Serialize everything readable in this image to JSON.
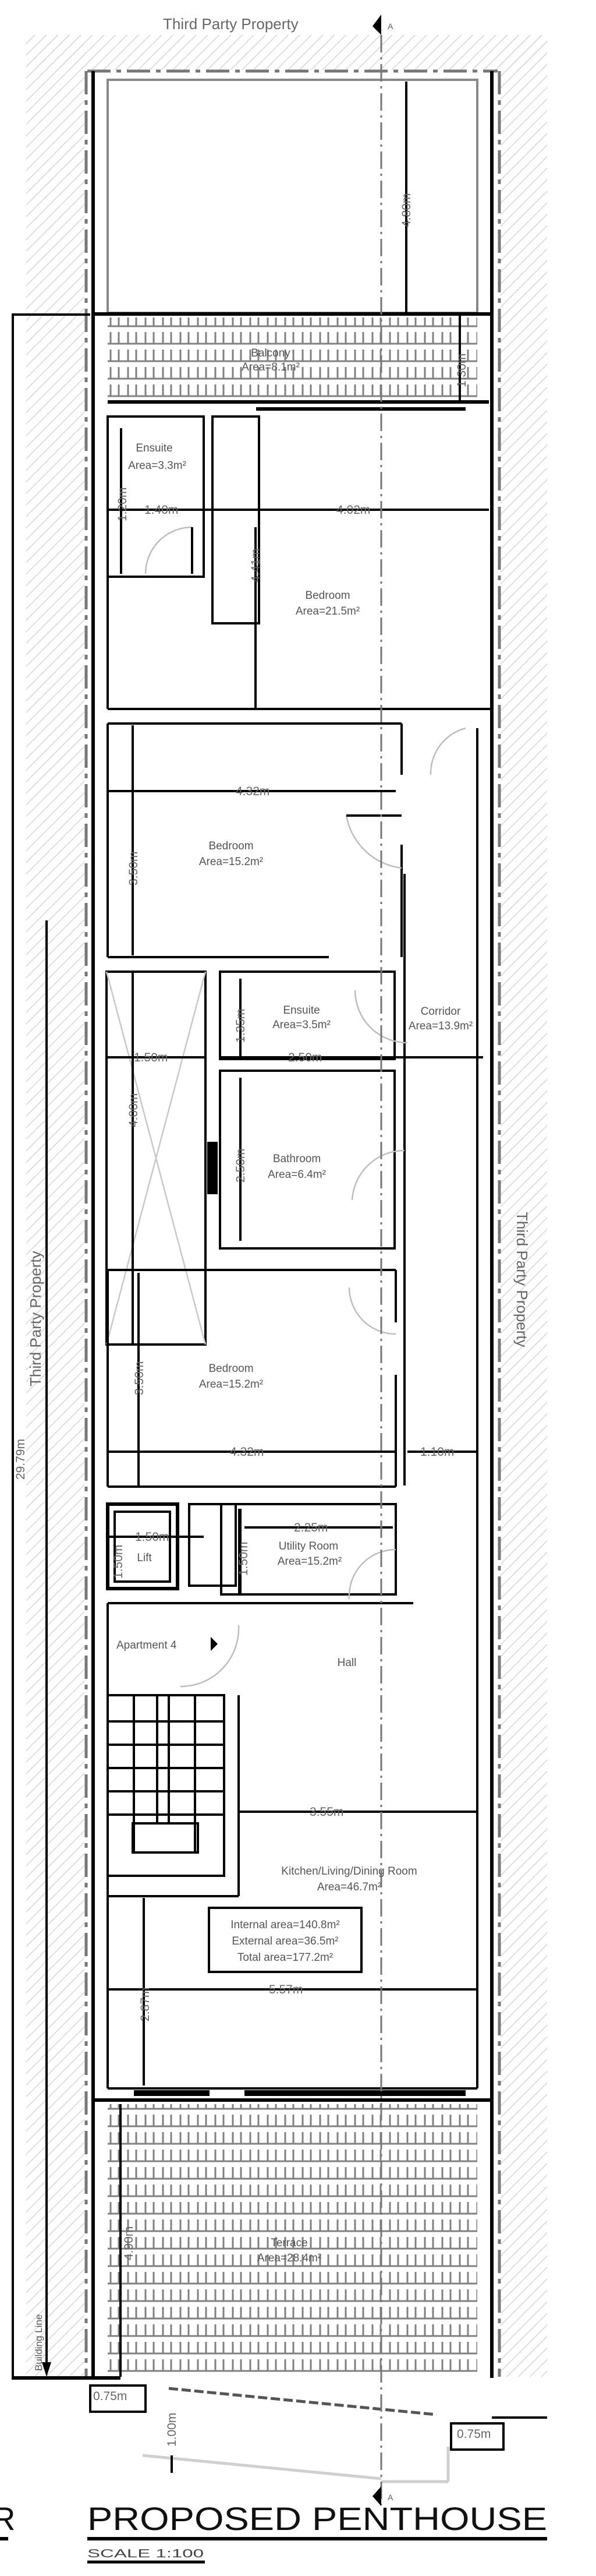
{
  "drawing": {
    "title": "PROPOSED PENTHOUSE",
    "scale": "SCALE 1:100",
    "partial_left_title": "R",
    "section_marker": "A",
    "neighbours": {
      "top": "Third Party Property",
      "left": "Third Party Property",
      "right": "Third Party Property"
    },
    "building_line": "Building Line",
    "overall_length": "29.79m"
  },
  "rooms": {
    "balcony": {
      "name": "Balcony",
      "area": "Area=8.1m²"
    },
    "ensuite1": {
      "name": "Ensuite",
      "area": "Area=3.3m²"
    },
    "bedroom1": {
      "name": "Bedroom",
      "area": "Area=21.5m²"
    },
    "bedroom2": {
      "name": "Bedroom",
      "area": "Area=15.2m²"
    },
    "ensuite2": {
      "name": "Ensuite",
      "area": "Area=3.5m²"
    },
    "corridor": {
      "name": "Corridor",
      "area": "Area=13.9m²"
    },
    "bathroom": {
      "name": "Bathroom",
      "area": "Area=6.4m²"
    },
    "bedroom3": {
      "name": "Bedroom",
      "area": "Area=15.2m²"
    },
    "lift": {
      "name": "Lift"
    },
    "utility": {
      "name": "Utility Room",
      "area": "Area=15.2m²"
    },
    "apartment": {
      "name": "Apartment 4"
    },
    "hall": {
      "name": "Hall"
    },
    "kitchen": {
      "name": "Kitchen/Living/Dining Room",
      "area": "Area=46.7m²"
    },
    "terrace": {
      "name": "Terrace",
      "area": "Area=28.4m²"
    }
  },
  "area_summary": {
    "internal": "Internal area=140.8m²",
    "external": "External area=36.5m²",
    "total": "Total area=177.2m²"
  },
  "dimensions": {
    "top_void_height": "4.80m",
    "balcony_depth": "1.30m",
    "ensuite1_height": "1.20m",
    "ensuite1_width": "1.40m",
    "bedroom1_width": "4.02m",
    "bedroom1_height": "4.41m",
    "bedroom2_width": "4.32m",
    "bedroom2_height": "3.50m",
    "shaft_width": "1.50m",
    "shaft_height": "4.00m",
    "ensuite2_height": "1.35m",
    "ensuite2_width": "2.50m",
    "bathroom_height": "2.50m",
    "bedroom3_height": "3.50m",
    "bedroom3_width": "4.32m",
    "corridor_width": "1.10m",
    "lift_width": "1.50m",
    "lift_height": "1.50m",
    "utility_width": "2.25m",
    "utility_height": "1.50m",
    "hall_width": "3.55m",
    "kitchen_height": "2.87m",
    "kitchen_width": "5.57m",
    "terrace_depth": "4.90m",
    "offset_left": "0.75m",
    "offset_right": "0.75m",
    "bottom_depth": "1.00m"
  }
}
